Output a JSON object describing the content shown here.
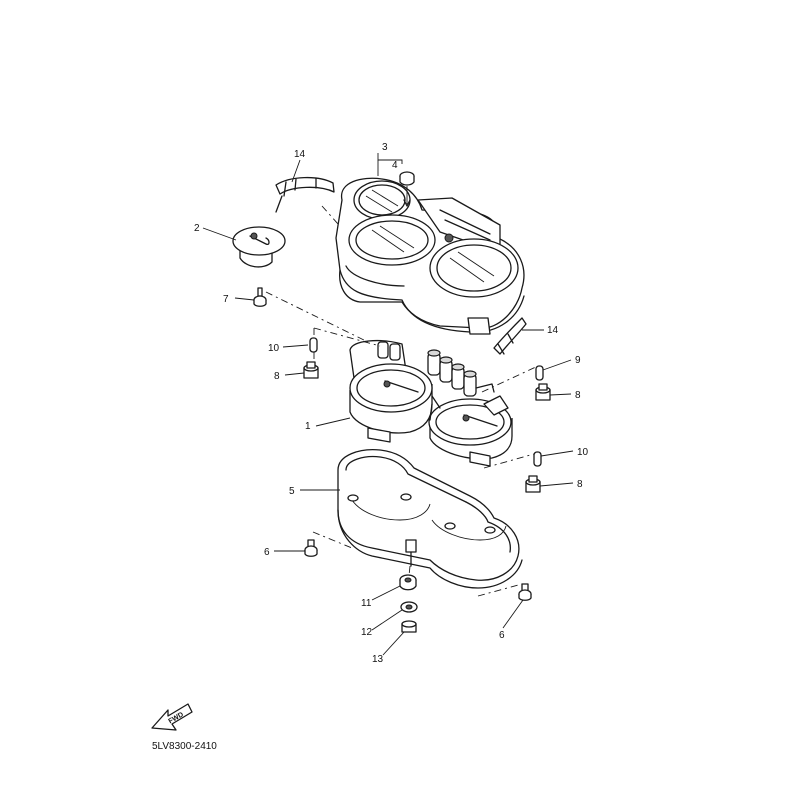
{
  "diagram": {
    "part_code": "5LV8300-2410",
    "fwd_label": "FWD",
    "callouts": {
      "c1": "1",
      "c2": "2",
      "c3": "3",
      "c4": "4",
      "c5": "5",
      "c6a": "6",
      "c6b": "6",
      "c7": "7",
      "c8a": "8",
      "c8b": "8",
      "c8c": "8",
      "c9": "9",
      "c10a": "10",
      "c10b": "10",
      "c11": "11",
      "c12": "12",
      "c13": "13",
      "c14a": "14",
      "c14b": "14"
    }
  }
}
